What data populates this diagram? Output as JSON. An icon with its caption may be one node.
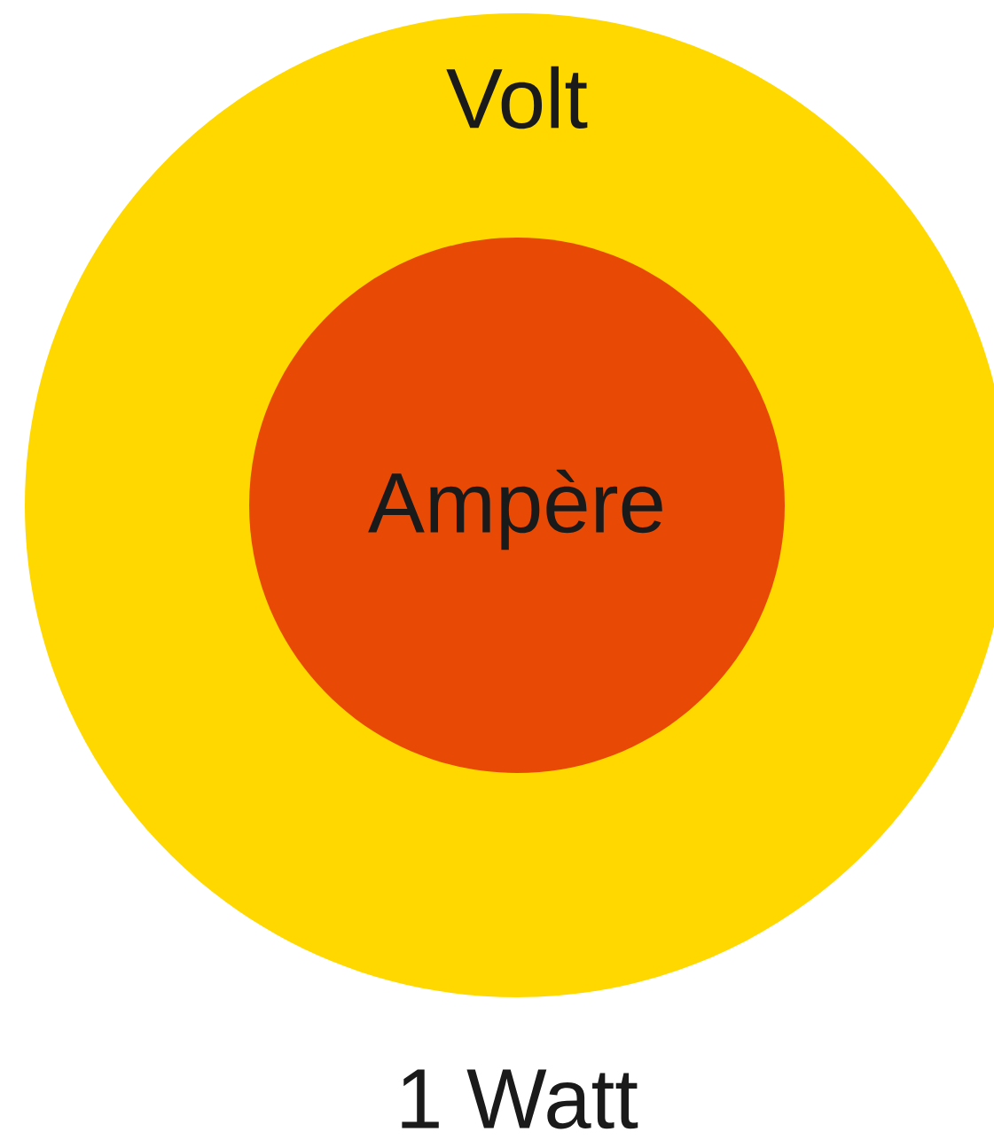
{
  "diagram": {
    "caption": "1 Watt",
    "nodes": [
      {
        "text": [
          "Volt"
        ]
      },
      {
        "text": [
          "Ampère"
        ],
        "in": 0
      }
    ]
  }
}
